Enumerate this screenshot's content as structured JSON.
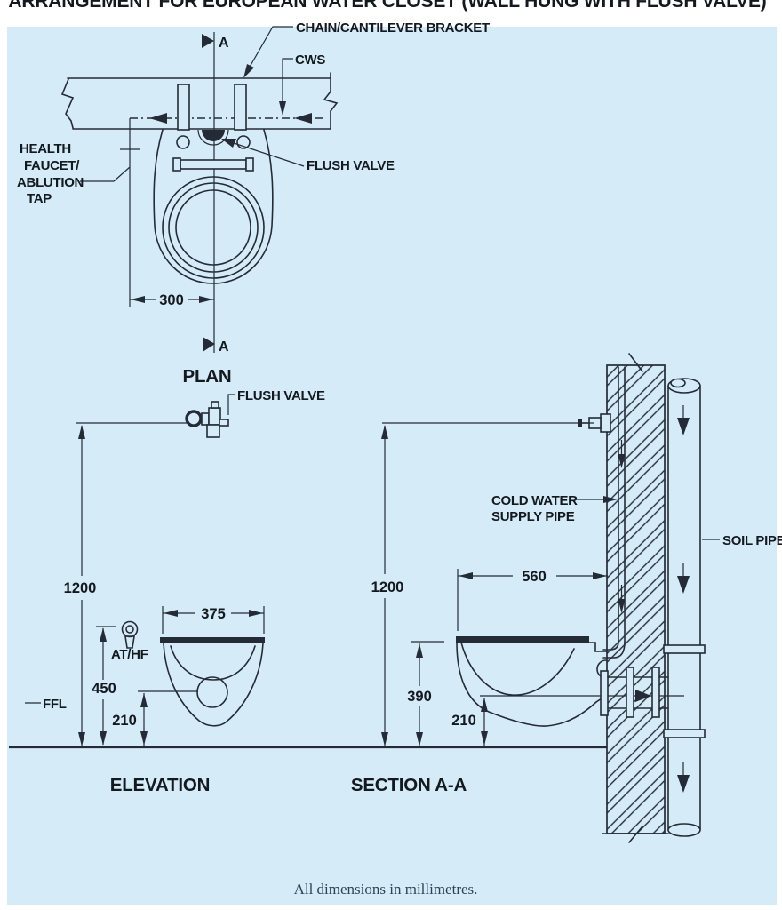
{
  "page": {
    "title": "ARRANGEMENT FOR EUROPEAN WATER CLOSET (WALL HUNG WITH FLUSH VALVE)",
    "footer_note": "All dimensions in millimetres."
  },
  "colors": {
    "panel_background": "#d5ecf8",
    "page_background": "#ffffff",
    "line": "#242b36",
    "text": "#14181f",
    "footer_text": "#2e4257"
  },
  "plan_view": {
    "title": "PLAN",
    "section_marker": "A",
    "labels": {
      "chain_bracket": "CHAIN/CANTILEVER BRACKET",
      "cws": "CWS",
      "flush_valve": "FLUSH VALVE",
      "health_faucet": [
        "HEALTH",
        "FAUCET/",
        "ABLUTION",
        "TAP"
      ]
    },
    "dimensions": {
      "tap_offset_from_centre": "300"
    }
  },
  "elevation_view": {
    "title": "ELEVATION",
    "labels": {
      "flush_valve": "FLUSH VALVE",
      "ablution_tap": "AT/HF",
      "floor_level": "FFL"
    },
    "dimensions": {
      "flush_valve_height": "1200",
      "pan_width": "375",
      "tap_height": "450",
      "trap_centre_height": "210"
    }
  },
  "section_view": {
    "title": "SECTION A-A",
    "labels": {
      "cold_water_line1": "COLD WATER",
      "cold_water_line2": "SUPPLY PIPE",
      "soil_pipe": "SOIL PIPE"
    },
    "dimensions": {
      "flush_valve_height": "1200",
      "pan_projection": "560",
      "rim_height": "390",
      "outlet_centre_height": "210"
    }
  }
}
